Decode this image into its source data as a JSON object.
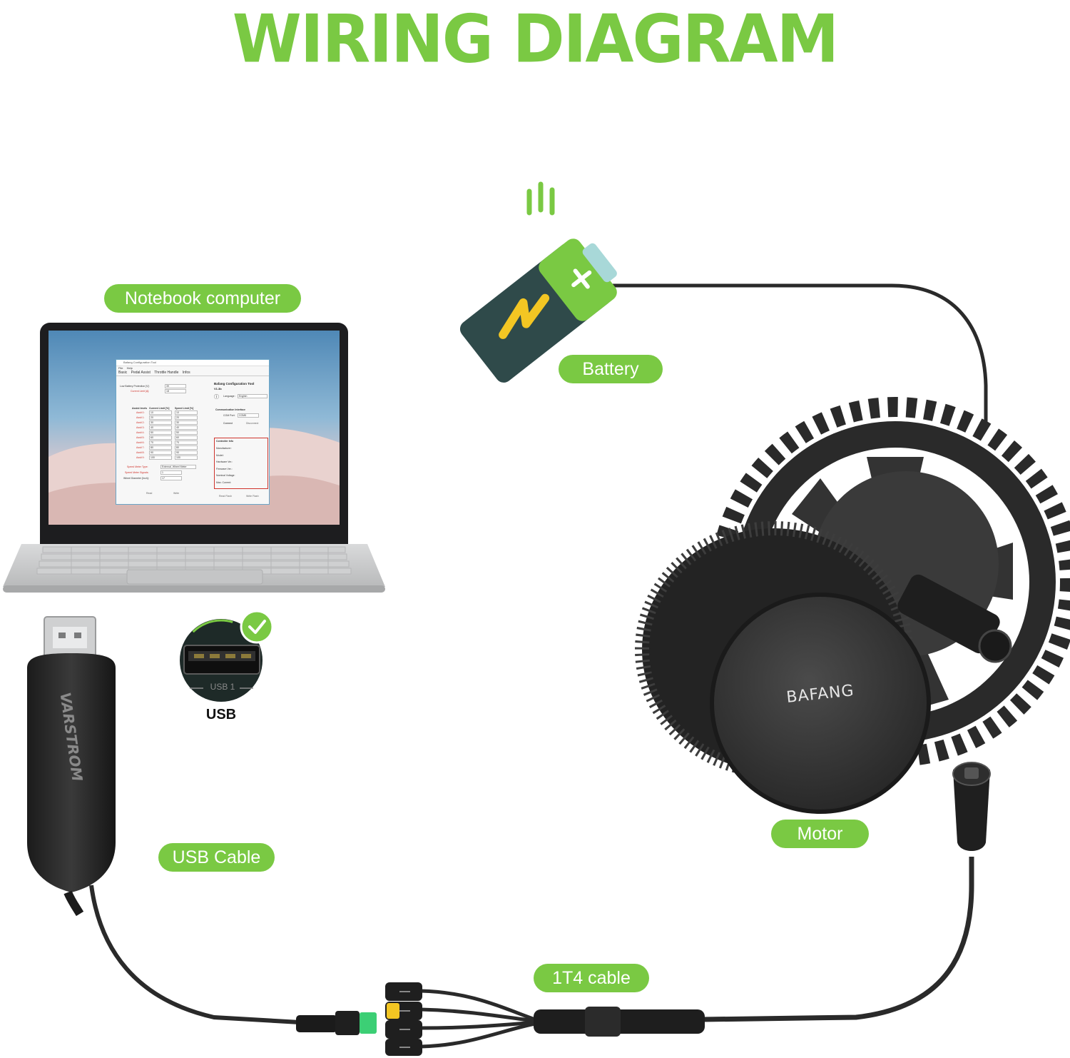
{
  "title": "WIRING DIAGRAM",
  "labels": {
    "notebook": "Notebook computer",
    "battery": "Battery",
    "motor": "Motor",
    "usb_cable": "USB Cable",
    "cable_1t4": "1T4 cable",
    "usb": "USB",
    "usb_port": "USB 1"
  },
  "brands": {
    "motor": "BAFANG",
    "dongle": "VARSTROM"
  },
  "app": {
    "window_title": "Bafang Configuration Tool",
    "menu": [
      "File",
      "Help"
    ],
    "tabs": [
      "Basic",
      "Pedal Assist",
      "Throttle Handle",
      "Infos"
    ],
    "right_title": "Bafang Configuration Tool",
    "version": "V1.3b",
    "language_label": "Language :",
    "language_value": "English",
    "comm_label": "Communication Interface",
    "com_port_label": "COM Port:",
    "com_port_value": "COM5",
    "connect": "Connect",
    "disconnect": "Disconnect",
    "controller_info": "Controller Info",
    "info_rows": [
      "Manufacturer:",
      "Model:",
      "Hardware Ver.:",
      "Firmware Ver.:",
      "Nominal Voltage:",
      "Max. Current:"
    ],
    "low_battery_label": "Low Battery Protection [V]:",
    "low_battery_value": "39",
    "current_limit_label": "Current Limit [A]:",
    "current_limit_value": "18",
    "assist_header": [
      "Assist levels",
      "Current Limit [%]",
      "Speed Limit [%]"
    ],
    "assist_rows": [
      [
        "Assit 0:",
        "10",
        "10"
      ],
      [
        "Assit 1:",
        "20",
        "20"
      ],
      [
        "Assit 2:",
        "30",
        "30"
      ],
      [
        "Assit 3:",
        "40",
        "40"
      ],
      [
        "Assit 4:",
        "50",
        "50"
      ],
      [
        "Assit 5:",
        "60",
        "60"
      ],
      [
        "Assit 6:",
        "70",
        "70"
      ],
      [
        "Assit 7:",
        "80",
        "80"
      ],
      [
        "Assit 8:",
        "90",
        "90"
      ],
      [
        "Assit 9:",
        "100",
        "100"
      ]
    ],
    "speed_meter_type_label": "Speed Meter Type:",
    "speed_meter_type_value": "External, Wheel Meter",
    "speed_meter_signals_label": "Speed Meter Signals:",
    "speed_meter_signals_value": "1",
    "wheel_diameter_label": "Wheel Diameter [Inch]:",
    "wheel_diameter_value": "17",
    "bottom_buttons": [
      "Read",
      "Write",
      "Read Flash",
      "Write Flash"
    ]
  },
  "colors": {
    "accent": "#7ac943",
    "battery_body": "#2f4a4a",
    "battery_cap": "#7ac943",
    "bolt": "#f3c623",
    "motor_dark": "#2b2b2b",
    "highlight_red": "#d0342c"
  }
}
